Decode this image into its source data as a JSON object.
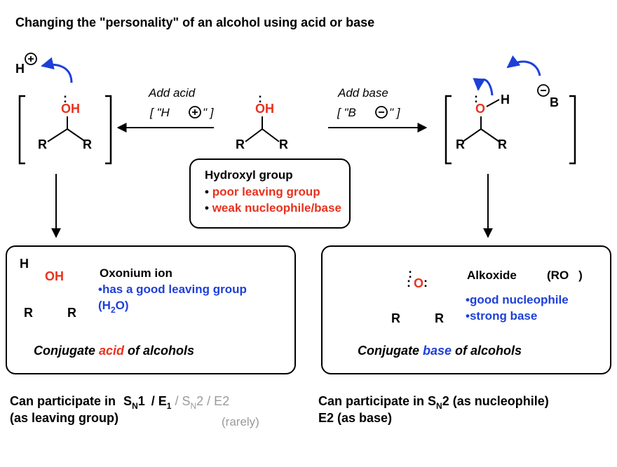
{
  "title": "Changing the \"personality\" of an alcohol using acid or base",
  "reagents": {
    "acid_label": "Add acid",
    "acid_formula_open": "[ \"H",
    "acid_formula_close": "\" ]",
    "base_label": "Add base",
    "base_formula_open": "[ \"B",
    "base_formula_close": "\" ]"
  },
  "atoms": {
    "oh": "OH",
    "o": "O",
    "h": "H",
    "r": "R",
    "b": "B",
    "lone_pair": ":",
    "plus": "+",
    "minus": "−"
  },
  "hydroxyl_box": {
    "heading": "Hydroxyl group",
    "items": [
      "poor leaving group",
      "weak nucleophile/base"
    ],
    "bullet": "•"
  },
  "oxonium_box": {
    "heading": "Oxonium ion",
    "point1": "has a good leaving group",
    "point2_open": "(H",
    "point2_sub": "2",
    "point2_close": "O)",
    "caption_pre": "Conjugate ",
    "caption_key": "acid",
    "caption_post": " of alcohols"
  },
  "alkoxide_box": {
    "heading": "Alkoxide",
    "formula": "(RO",
    "formula_close": ")",
    "points": [
      "good nucleophile",
      "strong base"
    ],
    "caption_pre": "Conjugate ",
    "caption_key": "base",
    "caption_post": " of alcohols"
  },
  "bottom_left": {
    "line1": "Can participate in",
    "sn": "S",
    "sn_sub": "N",
    "sn_num": "1",
    "e_part": "/ E",
    "e_sub": "1",
    "gray_part": "/ S",
    "gray_sub": "N",
    "gray_rest": "2 / E2",
    "line2": "(as leaving group)",
    "rarely": "(rarely)"
  },
  "bottom_right": {
    "line1_pre": "Can participate in S",
    "line1_sub": "N",
    "line1_post": "2 (as nucleophile)",
    "line2": "E2 (as base)"
  },
  "colors": {
    "red": "#e8321e",
    "blue": "#1d3fd8",
    "gray": "#9a9a9a"
  }
}
